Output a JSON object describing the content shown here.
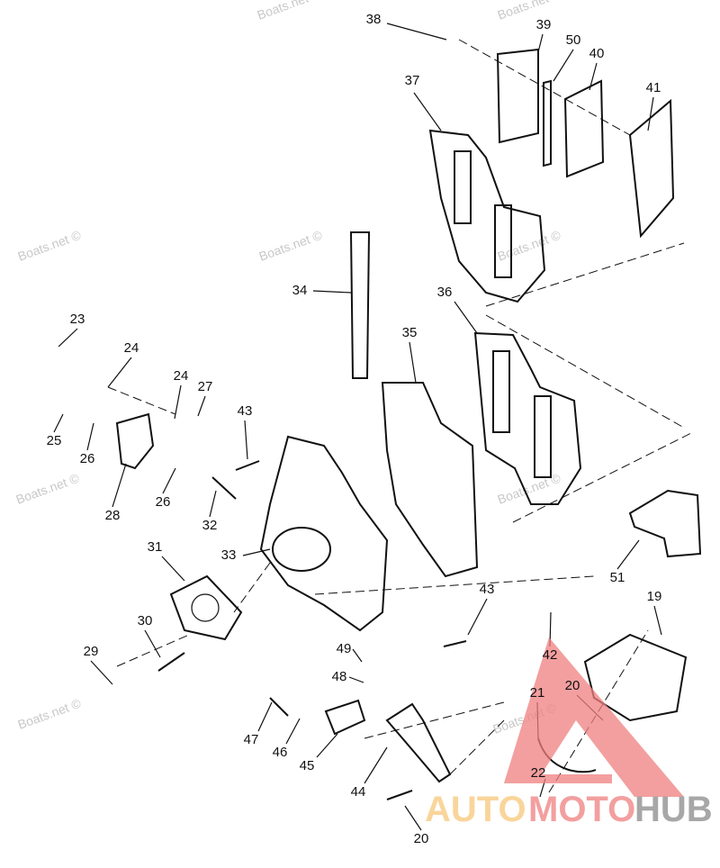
{
  "diagram": {
    "callouts": [
      "38",
      "39",
      "50",
      "40",
      "41",
      "37",
      "34",
      "36",
      "35",
      "23",
      "24",
      "24",
      "27",
      "43",
      "25",
      "26",
      "28",
      "26",
      "32",
      "33",
      "31",
      "51",
      "43",
      "19",
      "30",
      "29",
      "49",
      "48",
      "42",
      "21",
      "20",
      "47",
      "46",
      "45",
      "44",
      "22",
      "20"
    ],
    "watermark": "Boats.net ©"
  },
  "logo": {
    "part1": "AUTO",
    "part2": "MOTO",
    "part3": "HUB",
    "colors": {
      "auto": "#f8c77a",
      "moto": "#f08080",
      "hub": "#8a8a8a",
      "triangle": "#f08080"
    }
  }
}
